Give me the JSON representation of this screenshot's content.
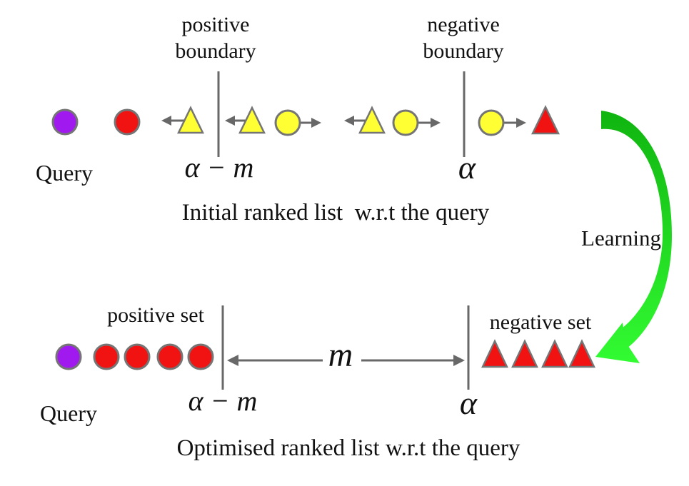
{
  "top": {
    "positive_boundary": "positive\nboundary",
    "negative_boundary": "negative\nboundary",
    "query": "Query",
    "alpha_minus_m": "α − m",
    "alpha": "α",
    "caption": "Initial ranked list  w.r.t the query",
    "markers": [
      {
        "shape": "circle",
        "color": "purple",
        "meaning": "query"
      },
      {
        "shape": "circle",
        "color": "red"
      },
      {
        "shape": "triangle",
        "color": "yellow",
        "arrow": "left"
      },
      {
        "divider": "positive boundary (α − m)"
      },
      {
        "shape": "triangle",
        "color": "yellow",
        "arrow": "left"
      },
      {
        "shape": "circle",
        "color": "yellow",
        "arrow": "right"
      },
      {
        "shape": "triangle",
        "color": "yellow",
        "arrow": "left"
      },
      {
        "shape": "circle",
        "color": "yellow",
        "arrow": "right"
      },
      {
        "divider": "negative boundary (α)"
      },
      {
        "shape": "circle",
        "color": "yellow",
        "arrow": "right"
      },
      {
        "shape": "triangle",
        "color": "red"
      }
    ]
  },
  "learning": "Learning",
  "bottom": {
    "positive_set": "positive set",
    "negative_set": "negative set",
    "query": "Query",
    "alpha_minus_m": "α − m",
    "alpha": "α",
    "margin": "m",
    "caption": "Optimised ranked list w.r.t the query",
    "markers": [
      {
        "shape": "circle",
        "color": "purple",
        "meaning": "query"
      },
      {
        "shape": "circle",
        "color": "red",
        "count": 4,
        "meaning": "positive set"
      },
      {
        "divider": "α − m"
      },
      {
        "span": "m"
      },
      {
        "divider": "α"
      },
      {
        "shape": "triangle",
        "color": "red",
        "count": 4,
        "meaning": "negative set"
      }
    ]
  },
  "colors": {
    "purple": "#A01AF0",
    "red": "#F11212",
    "yellow": "#FFFF33",
    "outline": "#757575",
    "line": "#686868",
    "green_top": "#0FB30F",
    "green_bottom": "#33FD33",
    "text": "#111111",
    "bg": "#FFFFFF"
  }
}
